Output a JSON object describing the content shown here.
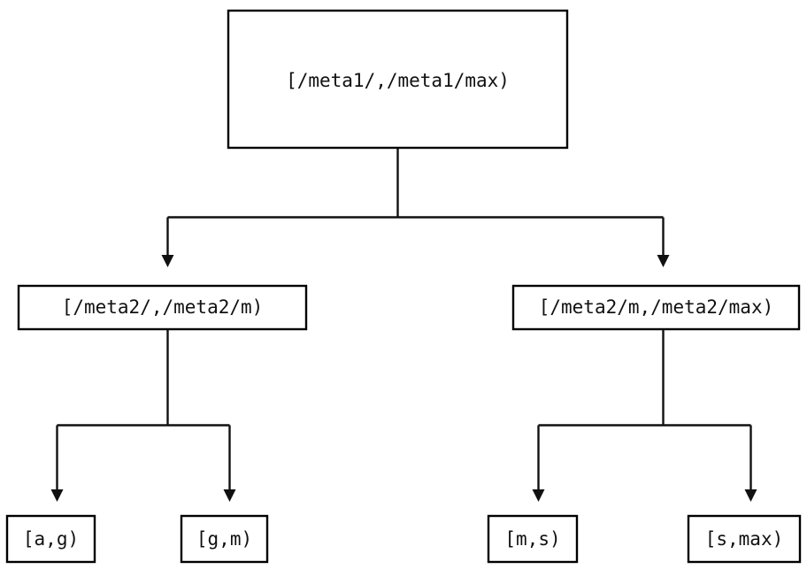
{
  "diagram": {
    "type": "tree",
    "title": "",
    "background_color": "#ffffff",
    "line_color": "#111111",
    "box_fill": "#ffffff",
    "box_stroke": "#000000",
    "nodes": {
      "root": {
        "label": "[/meta1/,/meta1/max)"
      },
      "mid_left": {
        "label": "[/meta2/,/meta2/m)"
      },
      "mid_right": {
        "label": "[/meta2/m,/meta2/max)"
      },
      "leaf_1": {
        "label": "[a,g)"
      },
      "leaf_2": {
        "label": "[g,m)"
      },
      "leaf_3": {
        "label": "[m,s)"
      },
      "leaf_4": {
        "label": "[s,max)"
      }
    },
    "edges": [
      {
        "from": "root",
        "to": "mid_left"
      },
      {
        "from": "root",
        "to": "mid_right"
      },
      {
        "from": "mid_left",
        "to": "leaf_1"
      },
      {
        "from": "mid_left",
        "to": "leaf_2"
      },
      {
        "from": "mid_right",
        "to": "leaf_3"
      },
      {
        "from": "mid_right",
        "to": "leaf_4"
      }
    ]
  }
}
